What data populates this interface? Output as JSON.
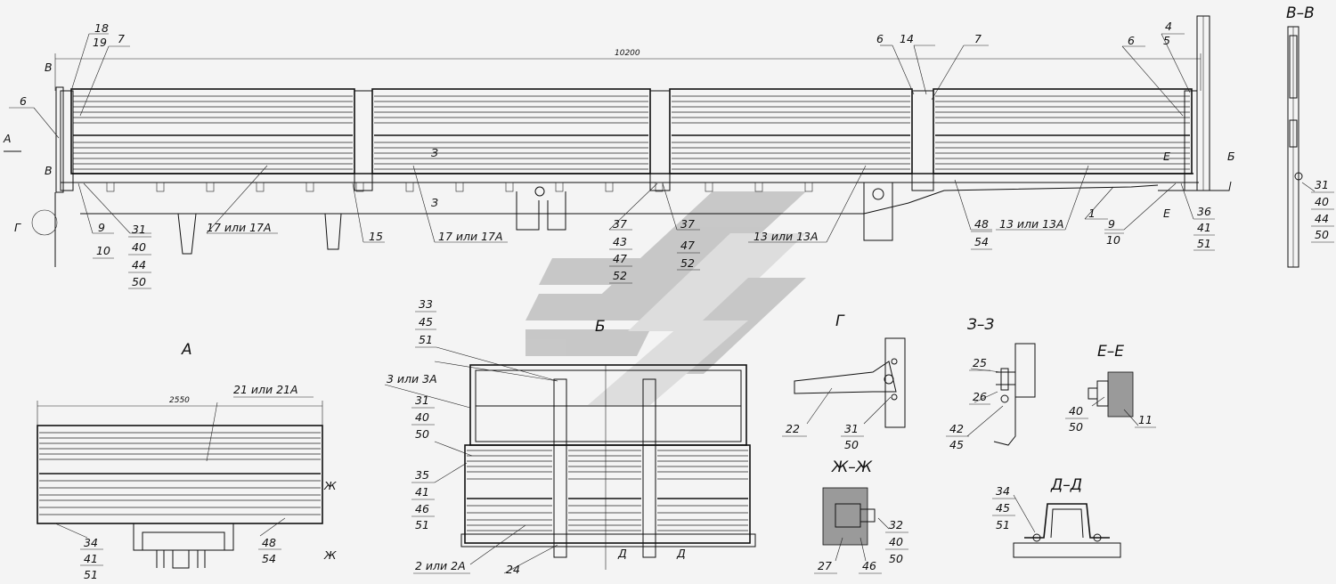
{
  "watermark_colors": {
    "dark": "#b9b9b9",
    "light": "#d6d6d6"
  },
  "main_view": {
    "overall_length": "10200",
    "section_marks": [
      "В",
      "В",
      "А",
      "Г",
      "З",
      "З",
      "Б",
      "Е",
      "Е"
    ],
    "callouts": {
      "c18": "18",
      "c19": "19",
      "c7a": "7",
      "c6a": "6",
      "c6b": "6",
      "c14": "14",
      "c7b": "7",
      "c4": "4",
      "c5": "5",
      "c6c": "6",
      "c9a": "9",
      "c10a": "10",
      "c31": "31",
      "c40": "40",
      "c44": "44",
      "c50": "50",
      "c17a": "17 или 17А",
      "c15": "15",
      "c17b": "17 или 17А",
      "c37a": "37",
      "c43": "43",
      "c47a": "47",
      "c52a": "52",
      "c37b": "37",
      "c47b": "47",
      "c52b": "52",
      "c13a": "13 или 13А",
      "c48": "48",
      "c54": "54",
      "c13b": "13 или 13А",
      "c1": "1",
      "c9b": "9",
      "c10b": "10",
      "c36": "36",
      "c41": "41",
      "c51": "51"
    }
  },
  "view_vv": {
    "title": "В–В",
    "callouts": {
      "c31": "31",
      "c40": "40",
      "c44": "44",
      "c50": "50"
    }
  },
  "view_a": {
    "title": "А",
    "width": "2550",
    "callouts": {
      "c21": "21 или 21А",
      "c34": "34",
      "c41": "41",
      "c51": "51",
      "c48": "48",
      "c54": "54",
      "zh1": "Ж",
      "zh2": "Ж"
    }
  },
  "view_b": {
    "title": "Б",
    "callouts": {
      "c33": "33",
      "c45": "45",
      "c51a": "51",
      "c3": "3 или 3А",
      "c31": "31",
      "c40": "40",
      "c50": "50",
      "c35": "35",
      "c41": "41",
      "c46": "46",
      "c51b": "51",
      "c2": "2 или 2А",
      "c24": "24",
      "d1": "Д",
      "d2": "Д"
    }
  },
  "view_g": {
    "title": "Г",
    "callouts": {
      "c22": "22",
      "c31": "31",
      "c50": "50"
    }
  },
  "view_zz": {
    "title": "З–З",
    "callouts": {
      "c25": "25",
      "c26": "26",
      "c42": "42",
      "c45": "45"
    }
  },
  "view_ee": {
    "title": "Е–Е",
    "callouts": {
      "c40": "40",
      "c50": "50",
      "c11": "11"
    }
  },
  "view_zhzh": {
    "title": "Ж–Ж",
    "callouts": {
      "c32": "32",
      "c40": "40",
      "c50": "50",
      "c27": "27",
      "c46": "46"
    }
  },
  "view_dd": {
    "title": "Д–Д",
    "callouts": {
      "c34": "34",
      "c45": "45",
      "c51": "51"
    }
  }
}
